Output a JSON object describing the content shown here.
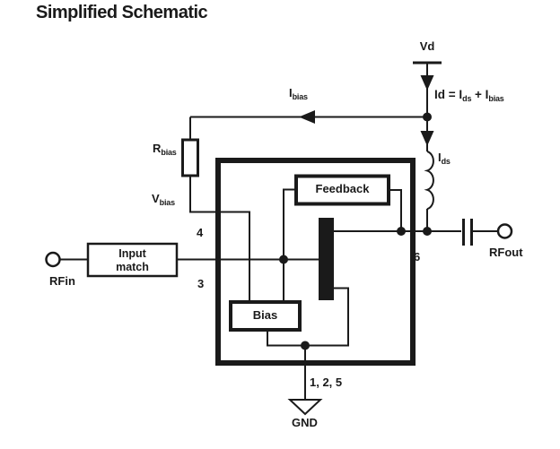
{
  "title": "Simplified Schematic",
  "colors": {
    "ink": "#1a1a1a",
    "background": "#ffffff"
  },
  "labels": {
    "vd": "Vd",
    "id_equation": {
      "pre": "Id = I",
      "sub1": "ds",
      "mid": " + I",
      "sub2": "bias"
    },
    "i_bias": {
      "base": "I",
      "sub": "bias"
    },
    "i_ds": {
      "base": "I",
      "sub": "ds"
    },
    "r_bias": {
      "base": "R",
      "sub": "bias"
    },
    "v_bias": {
      "base": "V",
      "sub": "bias"
    }
  },
  "pins": {
    "vbias_pin": "4",
    "gate_pin": "3",
    "drain_pin": "6",
    "ground_pins": "1, 2, 5"
  },
  "terminals": {
    "rf_in": "RFin",
    "rf_out": "RFout",
    "ground": "GND"
  },
  "blocks": {
    "feedback": "Feedback",
    "bias": "Bias",
    "input_match": {
      "line1": "Input",
      "line2": "match"
    }
  }
}
